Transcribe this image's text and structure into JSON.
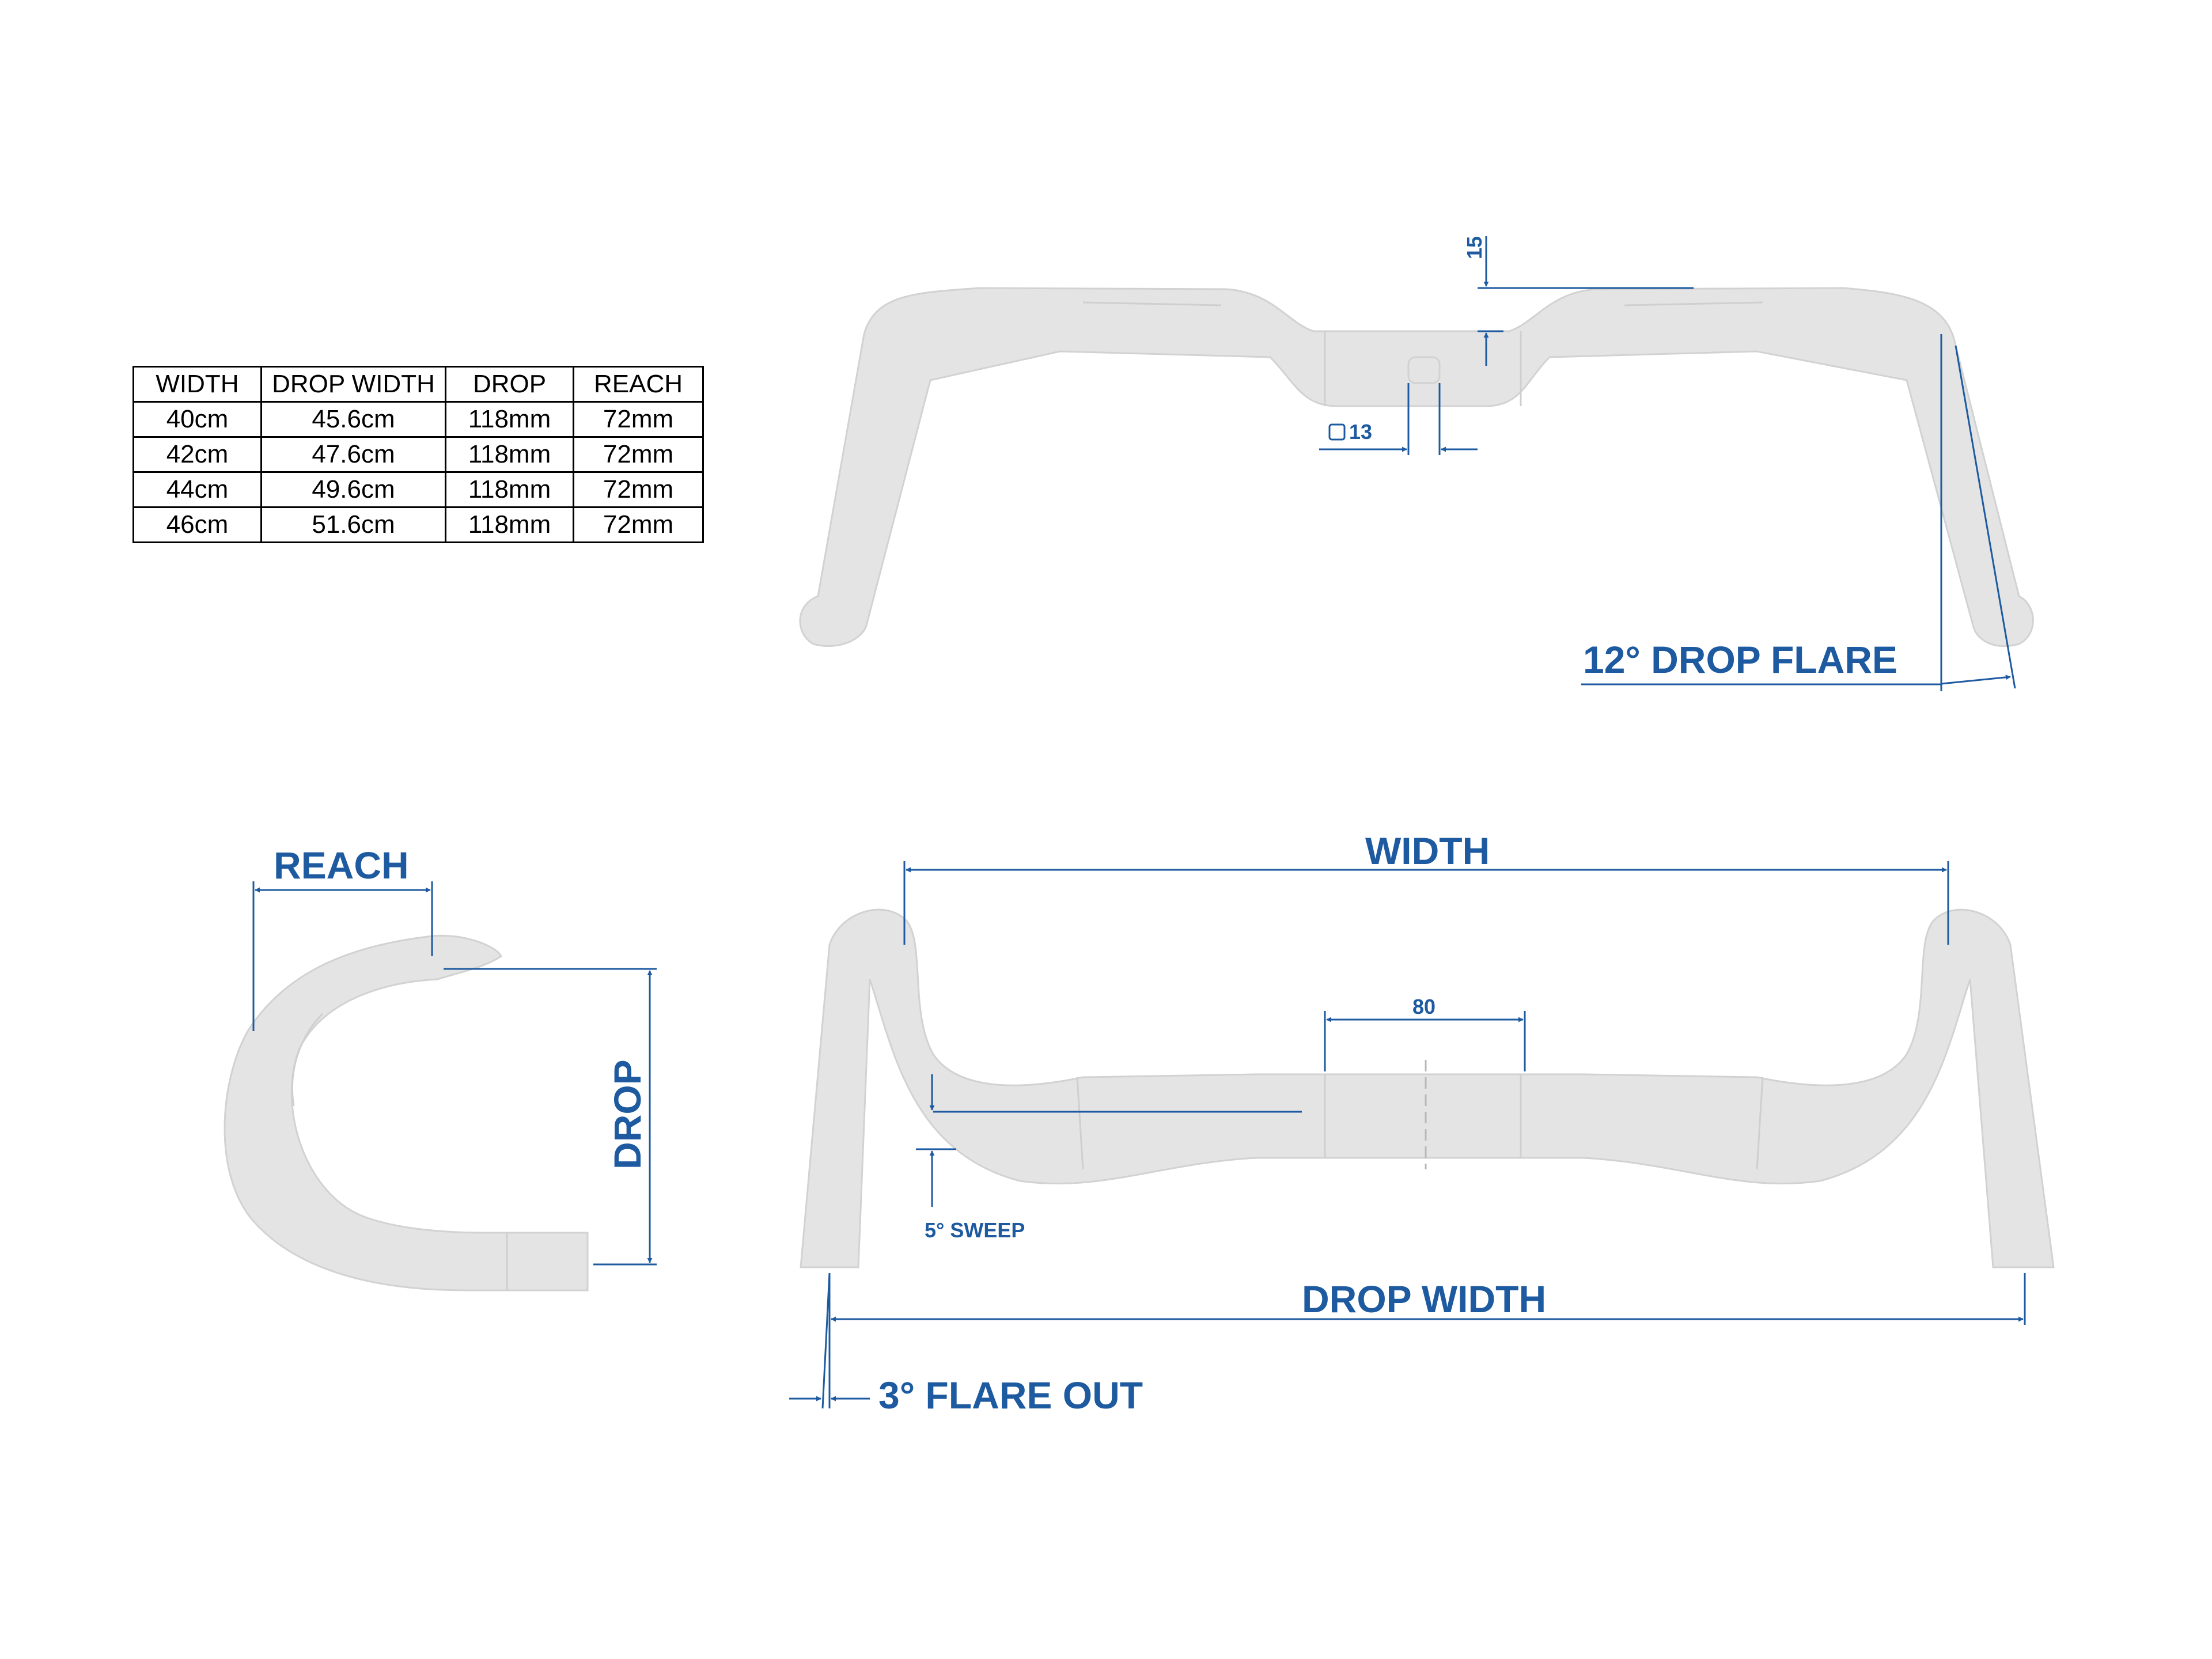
{
  "spec_table": {
    "headers": [
      "WIDTH",
      "DROP WIDTH",
      "DROP",
      "REACH"
    ],
    "rows": [
      [
        "40cm",
        "45.6cm",
        "118mm",
        "72mm"
      ],
      [
        "42cm",
        "47.6cm",
        "118mm",
        "72mm"
      ],
      [
        "44cm",
        "49.6cm",
        "118mm",
        "72mm"
      ],
      [
        "46cm",
        "51.6cm",
        "118mm",
        "72mm"
      ]
    ]
  },
  "labels": {
    "rise": "15",
    "clamp_flat": "13",
    "drop_flare": "12° DROP FLARE",
    "reach": "REACH",
    "drop": "DROP",
    "width": "WIDTH",
    "clamp_width": "80",
    "sweep": "5° SWEEP",
    "drop_width": "DROP WIDTH",
    "flare_out": "3° FLARE OUT"
  },
  "colors": {
    "dimension": "#1d5aa0",
    "bar_fill": "#e4e4e4",
    "table_border": "#000000"
  }
}
